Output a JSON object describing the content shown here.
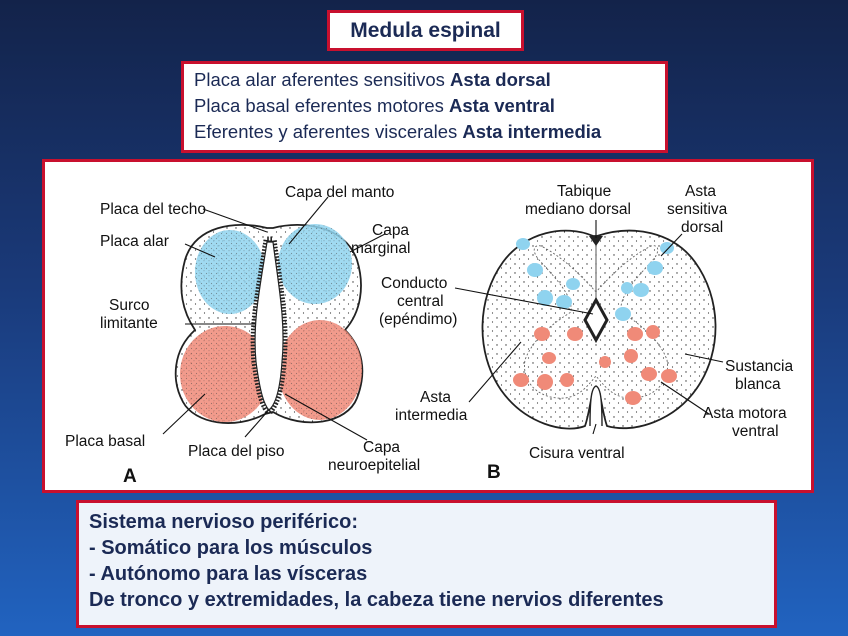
{
  "title": "Medula espinal",
  "info": [
    {
      "text": "Placa alar aferentes sensitivos ",
      "bold": "Asta dorsal"
    },
    {
      "text": "Placa basal eferentes motores ",
      "bold": "Asta ventral"
    },
    {
      "text": "Eferentes y aferentes viscerales ",
      "bold": "Asta intermedia"
    }
  ],
  "diagram_a": {
    "panel_label": "A",
    "labels": {
      "placa_techo": "Placa del techo",
      "capa_manto": "Capa del manto",
      "placa_alar": "Placa alar",
      "capa_marginal_1": "Capa",
      "capa_marginal_2": "marginal",
      "surco_1": "Surco",
      "surco_2": "limitante",
      "placa_basal": "Placa basal",
      "placa_piso": "Placa del piso",
      "capa_neuro_1": "Capa",
      "capa_neuro_2": "neuroepitelial"
    }
  },
  "diagram_b": {
    "panel_label": "B",
    "labels": {
      "tabique_1": "Tabique",
      "tabique_2": "mediano dorsal",
      "asta_sens_1": "Asta",
      "asta_sens_2": "sensitiva",
      "asta_sens_3": "dorsal",
      "conducto_1": "Conducto",
      "conducto_2": "central",
      "conducto_3": "(epéndimo)",
      "sustancia_1": "Sustancia",
      "sustancia_2": "blanca",
      "asta_int_1": "Asta",
      "asta_int_2": "intermedia",
      "asta_motora_1": "Asta motora",
      "asta_motora_2": "ventral",
      "cisura": "Cisura ventral"
    }
  },
  "colors": {
    "alar": "#8fd3ef",
    "basal": "#f08a78",
    "border": "#c8102e",
    "text": "#1b2a55"
  },
  "bottom": [
    "Sistema nervioso periférico:",
    "- Somático para los músculos",
    "- Autónomo para las vísceras",
    "De tronco y extremidades, la cabeza tiene nervios diferentes"
  ]
}
